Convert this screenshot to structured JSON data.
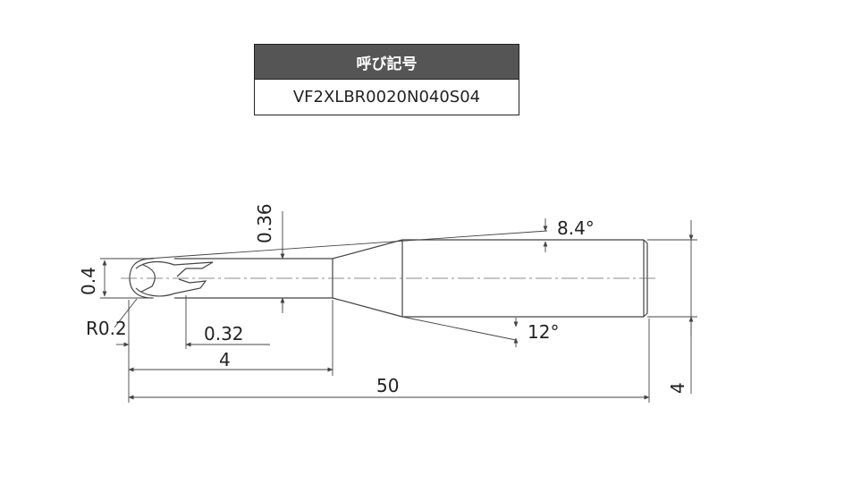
{
  "table": {
    "header": "呼び記号",
    "value": "VF2XLBR0020N040S04"
  },
  "dimensions": {
    "neck_diameter": "0.36",
    "ball_diameter": "0.4",
    "corner_radius": "R0.2",
    "flute_length": "0.32",
    "neck_length": "4",
    "overall_length": "50",
    "shank_diameter": "4",
    "taper_angle": "8.4°",
    "neck_taper_angle": "12°"
  },
  "colors": {
    "line": "#444444",
    "header_bg": "#555555",
    "header_text": "#ffffff"
  }
}
